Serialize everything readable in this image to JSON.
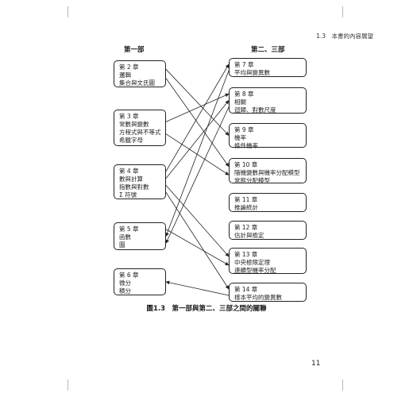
{
  "running_head": "1.3　本書的內容展望",
  "left_heading": "第一部",
  "right_heading": "第二、三部",
  "left_boxes": [
    {
      "lines": [
        "第 2 章",
        "邏輯",
        "集合與文氏圖"
      ]
    },
    {
      "lines": [
        "第 3 章",
        "常數與變數",
        "方程式與不等式",
        "希臘字母"
      ]
    },
    {
      "lines": [
        "第 4 章",
        "數與計算",
        "指數與對數",
        "Σ 符號"
      ]
    },
    {
      "lines": [
        "第 5 章",
        "函數",
        "圖"
      ]
    },
    {
      "lines": [
        "第 6 章",
        "微分",
        "積分"
      ]
    }
  ],
  "right_boxes": [
    {
      "lines": [
        "第 7 章",
        "平均與變異數"
      ]
    },
    {
      "lines": [
        "第 8 章",
        "相關",
        "迴歸、對數尺度"
      ]
    },
    {
      "lines": [
        "第 9 章",
        "機率",
        "條件機率"
      ]
    },
    {
      "lines": [
        "第 10 章",
        "隨機變數與機率分配模型",
        "常態分配模型"
      ]
    },
    {
      "lines": [
        "第 11 章",
        "推論統計"
      ]
    },
    {
      "lines": [
        "第 12 章",
        "估計與檢定"
      ]
    },
    {
      "lines": [
        "第 13 章",
        "中央極限定理",
        "連續型機率分配"
      ]
    },
    {
      "lines": [
        "第 14 章",
        "樣本平均的變異數"
      ]
    }
  ],
  "links": [
    {
      "from": "L0",
      "to": "R2"
    },
    {
      "from": "L0",
      "to": "R3"
    },
    {
      "from": "L1",
      "to": "R1"
    },
    {
      "from": "L1",
      "to": "R3"
    },
    {
      "from": "L2",
      "to": "R0"
    },
    {
      "from": "L2",
      "to": "R1"
    },
    {
      "from": "L2",
      "to": "R6"
    },
    {
      "from": "L2",
      "to": "R7"
    },
    {
      "from": "L3",
      "to": "R6"
    },
    {
      "from": "R0",
      "to": "L3"
    },
    {
      "from": "R1",
      "to": "L3"
    },
    {
      "from": "R7",
      "to": "L4"
    }
  ],
  "caption": "圖1.3　第一部與第二、三部之間的關聯",
  "page_number": "11"
}
